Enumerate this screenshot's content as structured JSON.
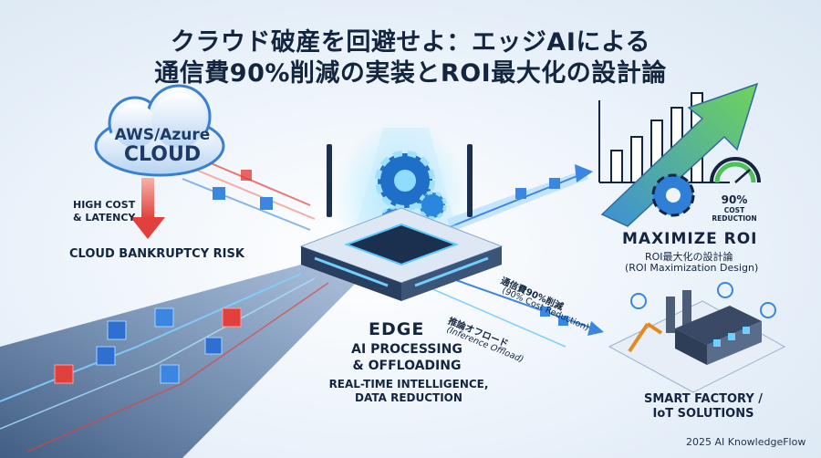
{
  "title": {
    "line1": "クラウド破産を回避せよ：エッジAIによる",
    "line2": "通信費90%削減の実装とROI最大化の設計論"
  },
  "cloud": {
    "label1": "AWS/Azure",
    "label2": "CLOUD",
    "cost_line1": "HIGH COST",
    "cost_line2": "& LATENCY",
    "risk": "CLOUD BANKRUPTCY RISK"
  },
  "edge": {
    "heading": "EDGE",
    "line1": "AI PROCESSING",
    "line2": "& OFFLOADING",
    "desc1": "REAL-TIME INTELLIGENCE,",
    "desc2": "DATA REDUCTION"
  },
  "arrows": {
    "reduction_ja": "通信費90%削減",
    "reduction_en": "(90% Cost Reduction)",
    "offload_ja": "推論オフロード",
    "offload_en": "(Inference Offload)"
  },
  "roi": {
    "heading": "MAXIMIZE ROI",
    "sub_ja": "ROI最大化の設計論",
    "sub_en": "(ROI Maximization Design)",
    "gauge_pct": "90%",
    "gauge_line1": "COST",
    "gauge_line2": "REDUCTION"
  },
  "factory": {
    "line1": "SMART FACTORY /",
    "line2": "IoT SOLUTIONS"
  },
  "brand": "2025 AI KnowledgeFlow",
  "colors": {
    "accent_blue": "#2f7fd6",
    "cloud_red": "#e2403c",
    "growth_green": "#4fbf5a",
    "text_dark": "#14253f"
  }
}
